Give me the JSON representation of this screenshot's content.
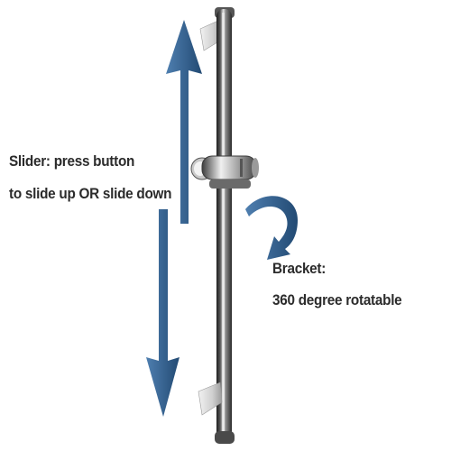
{
  "slider": {
    "line1": "Slider: press button",
    "line2": "to slide up OR slide down"
  },
  "bracket": {
    "line1": "Bracket:",
    "line2": "360 degree rotatable"
  },
  "colors": {
    "arrow": "#2d5b8a",
    "chrome_dark": "#3a3a3a",
    "chrome_light": "#d8d8d8"
  }
}
